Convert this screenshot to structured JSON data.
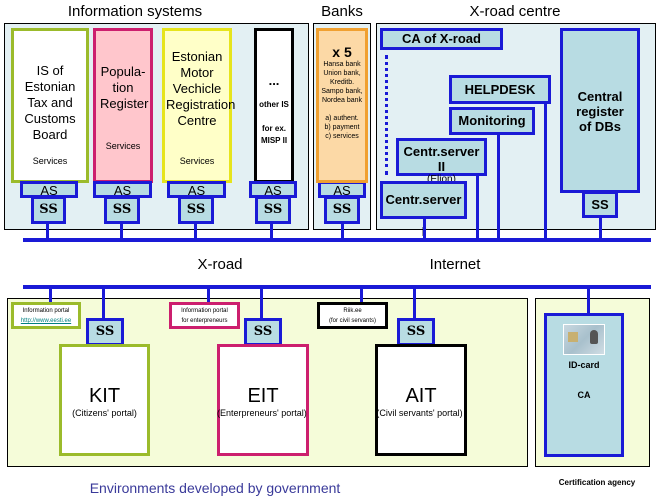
{
  "sections": {
    "information_systems": "Information systems",
    "banks": "Banks",
    "xroad_centre": "X-road centre",
    "xroad_label": "X-road",
    "internet_label": "Internet",
    "gov_environments": "Environments developed by government",
    "certification_agency": "Certification agency"
  },
  "info_systems": [
    {
      "name": "IS of Estonian Tax and Customs Board",
      "services": "Services",
      "border": "#9bbb2b",
      "fill": "#ffffff",
      "as": "AS",
      "ss": "SS"
    },
    {
      "name": "Popula-tion Register",
      "services": "Services",
      "border": "#cc1f6e",
      "fill": "#ffc6cc",
      "as": "AS",
      "ss": "SS"
    },
    {
      "name": "Estonian Motor Vechicle Registration Centre",
      "services": "Services",
      "border": "#e6e41c",
      "fill": "#ffffc8",
      "as": "AS",
      "ss": "SS"
    },
    {
      "name": "...",
      "line2": "other IS",
      "line3": "for ex. MISP II",
      "border": "#000000",
      "fill": "#ffffff",
      "as": "AS",
      "ss": "SS"
    }
  ],
  "bank": {
    "count": "x 5",
    "names": [
      "Hansa bank",
      "Union bank,",
      "Kreditb.",
      "Sampo bank,",
      "Nordea bank"
    ],
    "services": [
      "a) authent.",
      "b) payment",
      "c) services"
    ],
    "border": "#f0a030",
    "fill": "#fcd9a6",
    "as": "AS",
    "ss": "SS"
  },
  "xroad": {
    "ca": "CA of X-road",
    "helpdesk": "HELPDESK",
    "monitoring": "Monitoring",
    "central_server_2": "Centr.server II",
    "central_server_2_sub": "(Elion)",
    "central_server_1": "Centr.server I",
    "central_register": "Central register of DBs",
    "ss": "SS"
  },
  "portals": [
    {
      "info_line1": "Information portal",
      "info_line2": "http://www.eesti.ee",
      "ss": "SS",
      "name": "KIT",
      "sub": "(Citizens' portal)",
      "border": "#9bbb2b"
    },
    {
      "info_line1": "Information portal",
      "info_line2": "for enterpreneurs",
      "ss": "SS",
      "name": "EIT",
      "sub": "(Enterpreneurs' portal)",
      "border": "#cc1f6e"
    },
    {
      "info_line1": "Riik.ee",
      "info_line2": "(for civil servants)",
      "ss": "SS",
      "name": "AIT",
      "sub": "(Civil servants' portal)",
      "border": "#000000"
    }
  ],
  "certification": {
    "id_card": "ID-card",
    "ca": "CA"
  },
  "colors": {
    "bus": "#1a1ad6",
    "box_fill": "#b8dce3",
    "gov_bg": "#f5fcd9",
    "top_bg": "#e3f0f3",
    "gov_title": "#3a3a9a"
  }
}
